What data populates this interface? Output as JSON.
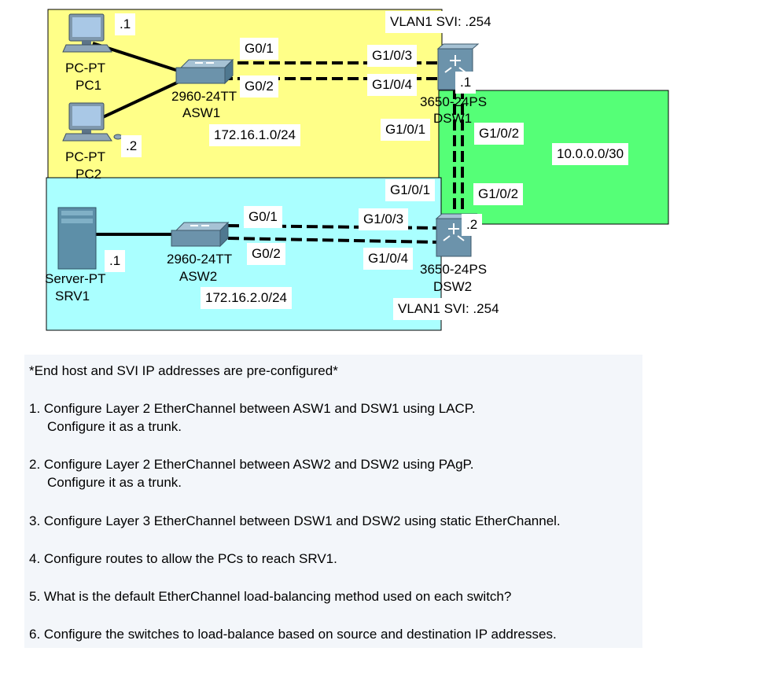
{
  "diagram": {
    "vlan_svi_top": "VLAN1 SVI: .254",
    "vlan_svi_bottom": "VLAN1 SVI: .254",
    "net_top": "172.16.1.0/24",
    "net_bottom": "172.16.2.0/24",
    "net_p2p": "10.0.0.0/30",
    "pc1": {
      "type": "PC-PT",
      "name": "PC1",
      "addr": ".1"
    },
    "pc2": {
      "type": "PC-PT",
      "name": "PC2",
      "addr": ".2"
    },
    "srv1": {
      "type": "Server-PT",
      "name": "SRV1",
      "addr": ".1"
    },
    "asw1": {
      "model": "2960-24TT",
      "name": "ASW1",
      "p1": "G0/1",
      "p2": "G0/2"
    },
    "asw2": {
      "model": "2960-24TT",
      "name": "ASW2",
      "p1": "G0/1",
      "p2": "G0/2"
    },
    "dsw1": {
      "model": "3650-24PS",
      "name": "DSW1",
      "addr": ".1",
      "g103": "G1/0/3",
      "g104": "G1/0/4",
      "g101": "G1/0/1",
      "g102": "G1/0/2"
    },
    "dsw2": {
      "model": "3650-24PS",
      "name": "DSW2",
      "addr": ".2",
      "g103": "G1/0/3",
      "g104": "G1/0/4",
      "g101": "G1/0/1",
      "g102": "G1/0/2"
    },
    "colors": {
      "zone_top": "#ffff88",
      "zone_bottom": "#aaffff",
      "zone_p2p": "#55ff77"
    }
  },
  "notes": {
    "header": "*End host and SVI IP addresses are pre-configured*",
    "t1a": "1. Configure Layer 2 EtherChannel between ASW1 and DSW1 using LACP.",
    "t1b": "Configure it as a trunk.",
    "t2a": "2. Configure Layer 2 EtherChannel between ASW2 and DSW2 using PAgP.",
    "t2b": "Configure it as a trunk.",
    "t3": "3. Configure Layer 3 EtherChannel between DSW1 and DSW2 using static EtherChannel.",
    "t4": "4. Configure routes to allow the PCs to reach SRV1.",
    "t5": "5. What is the default EtherChannel load-balancing method used on each switch?",
    "t6": "6. Configure the switches to load-balance based on source and destination IP addresses."
  }
}
